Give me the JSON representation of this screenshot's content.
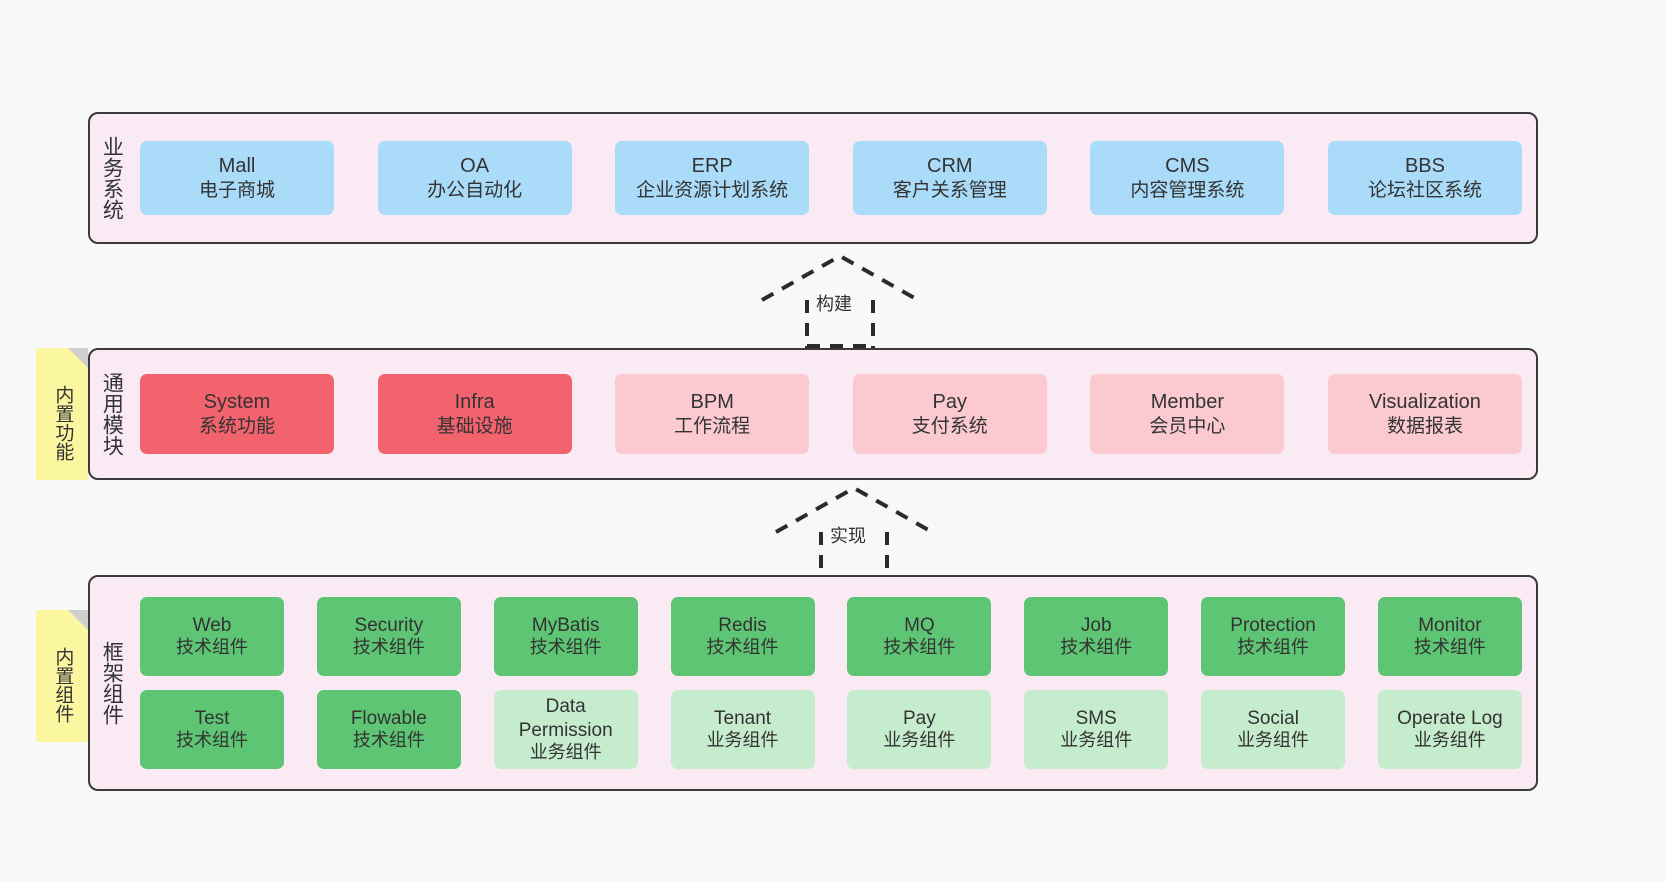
{
  "diagram": {
    "background_color": "#f8f8f8",
    "layer_fill": "#f9eaf4",
    "layer_border": "#3b3b3b",
    "sticky_fill": "#fbf7a0"
  },
  "layers": [
    {
      "id": "business",
      "title": "业务系统",
      "node_color": "#aadcfa",
      "nodes": [
        {
          "title": "Mall",
          "sub": "电子商城"
        },
        {
          "title": "OA",
          "sub": "办公自动化"
        },
        {
          "title": "ERP",
          "sub": "企业资源计划系统"
        },
        {
          "title": "CRM",
          "sub": "客户关系管理"
        },
        {
          "title": "CMS",
          "sub": "内容管理系统"
        },
        {
          "title": "BBS",
          "sub": "论坛社区系统"
        }
      ]
    },
    {
      "id": "common",
      "title": "通用模块",
      "node_color_primary": "#f2636e",
      "node_color_secondary": "#fbcad0",
      "nodes": [
        {
          "title": "System",
          "sub": "系统功能",
          "style": "red"
        },
        {
          "title": "Infra",
          "sub": "基础设施",
          "style": "red"
        },
        {
          "title": "BPM",
          "sub": "工作流程",
          "style": "pink"
        },
        {
          "title": "Pay",
          "sub": "支付系统",
          "style": "pink"
        },
        {
          "title": "Member",
          "sub": "会员中心",
          "style": "pink"
        },
        {
          "title": "Visualization",
          "sub": "数据报表",
          "style": "pink"
        }
      ]
    },
    {
      "id": "framework",
      "title": "框架组件",
      "node_color_primary": "#5dc573",
      "node_color_secondary": "#c6ecce",
      "row1": [
        {
          "title": "Web",
          "sub": "技术组件",
          "style": "green"
        },
        {
          "title": "Security",
          "sub": "技术组件",
          "style": "green"
        },
        {
          "title": "MyBatis",
          "sub": "技术组件",
          "style": "green"
        },
        {
          "title": "Redis",
          "sub": "技术组件",
          "style": "green"
        },
        {
          "title": "MQ",
          "sub": "技术组件",
          "style": "green"
        },
        {
          "title": "Job",
          "sub": "技术组件",
          "style": "green"
        },
        {
          "title": "Protection",
          "sub": "技术组件",
          "style": "green"
        },
        {
          "title": "Monitor",
          "sub": "技术组件",
          "style": "green"
        }
      ],
      "row2": [
        {
          "title": "Test",
          "sub": "技术组件",
          "style": "green"
        },
        {
          "title": "Flowable",
          "sub": "技术组件",
          "style": "green"
        },
        {
          "title": "Data Permission",
          "sub": "业务组件",
          "style": "lightgreen"
        },
        {
          "title": "Tenant",
          "sub": "业务组件",
          "style": "lightgreen"
        },
        {
          "title": "Pay",
          "sub": "业务组件",
          "style": "lightgreen"
        },
        {
          "title": "SMS",
          "sub": "业务组件",
          "style": "lightgreen"
        },
        {
          "title": "Social",
          "sub": "业务组件",
          "style": "lightgreen"
        },
        {
          "title": "Operate Log",
          "sub": "业务组件",
          "style": "lightgreen"
        }
      ]
    }
  ],
  "stickies": [
    {
      "id": "common",
      "label": "内置功能"
    },
    {
      "id": "framework",
      "label": "内置组件"
    }
  ],
  "connectors": [
    {
      "id": "build",
      "label": "构建"
    },
    {
      "id": "impl",
      "label": "实现"
    }
  ]
}
